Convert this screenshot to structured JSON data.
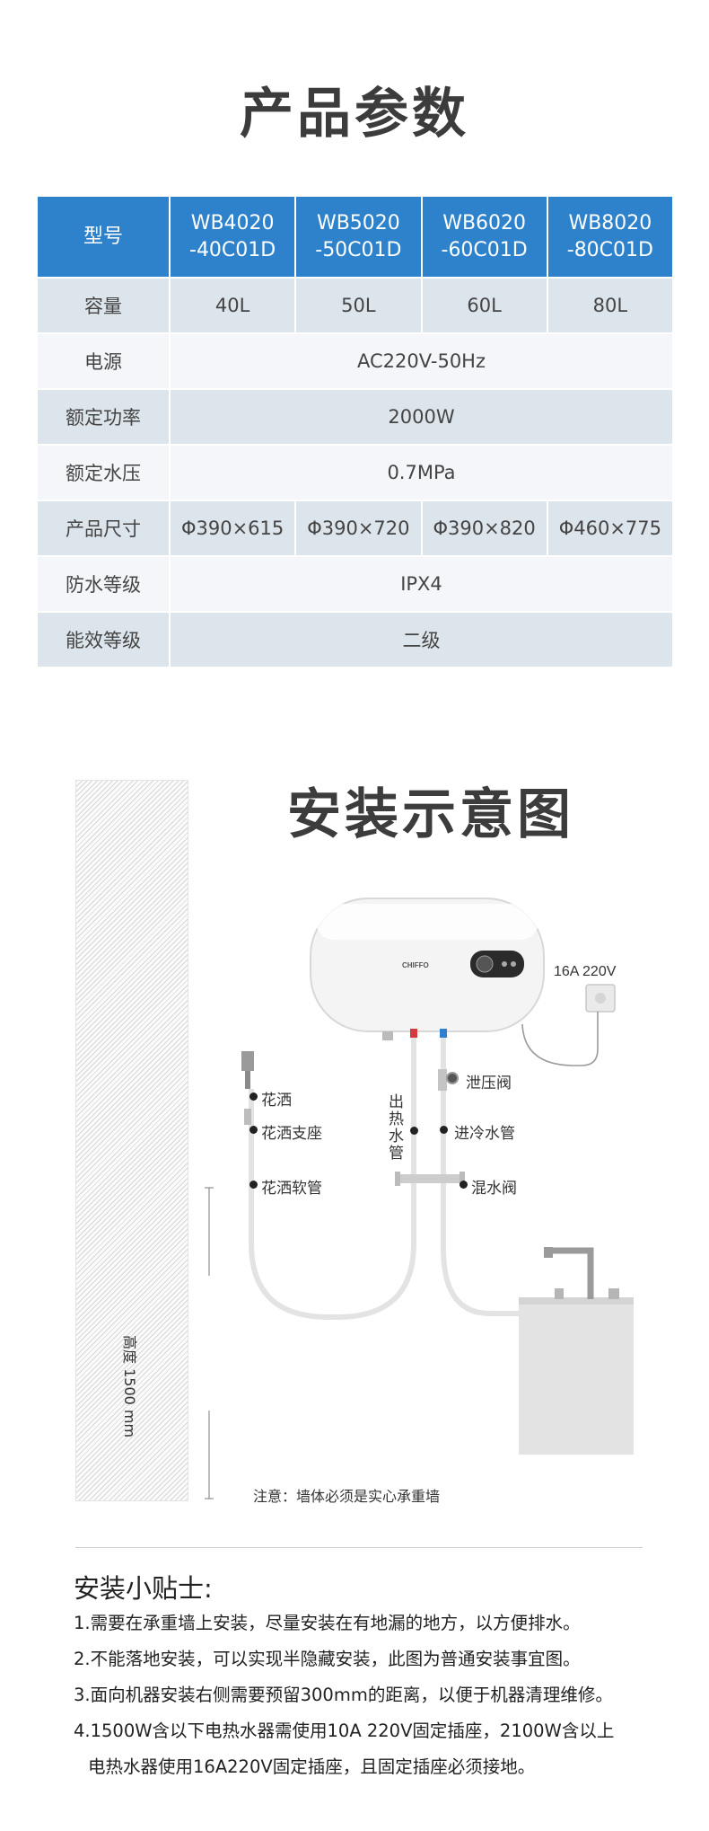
{
  "params": {
    "title": "产品参数",
    "header": {
      "label": "型号",
      "models": [
        {
          "line1": "WB4020",
          "line2": "-40C01D"
        },
        {
          "line1": "WB5020",
          "line2": "-50C01D"
        },
        {
          "line1": "WB6020",
          "line2": "-60C01D"
        },
        {
          "line1": "WB8020",
          "line2": "-80C01D"
        }
      ]
    },
    "rows": {
      "capacity": {
        "label": "容量",
        "values": [
          "40L",
          "50L",
          "60L",
          "80L"
        ]
      },
      "power_source": {
        "label": "电源",
        "value": "AC220V-50Hz"
      },
      "rated_power": {
        "label": "额定功率",
        "value": "2000W"
      },
      "rated_pressure": {
        "label": "额定水压",
        "value": "0.7MPa"
      },
      "size": {
        "label": "产品尺寸",
        "values": [
          "Φ390×615",
          "Φ390×720",
          "Φ390×820",
          "Φ460×775"
        ]
      },
      "waterproof": {
        "label": "防水等级",
        "value": "IPX4"
      },
      "efficiency": {
        "label": "能效等级",
        "value": "二级"
      }
    }
  },
  "install": {
    "title": "安装示意图",
    "brand": "CHIFFO",
    "socket_label": "16A 220V",
    "labels": {
      "shower_head": "花洒",
      "shower_holder": "花洒支座",
      "shower_hose": "花洒软管",
      "hot_outlet": "出热水管",
      "relief_valve": "泄压阀",
      "cold_inlet": "进冷水管",
      "mixing_valve": "混水阀"
    },
    "height": "高度 1500 mm",
    "note": "注意：墙体必须是实心承重墙"
  },
  "tips": {
    "title": "安装小贴士:",
    "items": [
      "1.需要在承重墙上安装，尽量安装在有地漏的地方，以方便排水。",
      "2.不能落地安装，可以实现半隐藏安装，此图为普通安装事宜图。",
      "3.面向机器安装右侧需要预留300mm的距离，以便于机器清理维修。",
      "4.1500W含以下电热水器需使用10A 220V固定插座，2100W含以上",
      "电热水器使用16A220V固定插座，且固定插座必须接地。"
    ]
  },
  "colors": {
    "header_blue": "#2d82cb",
    "row_shade": "#dde5ec",
    "row_plain": "#f4f6f9",
    "hot_red": "#d63a3a",
    "cold_blue": "#2f7fd1"
  }
}
